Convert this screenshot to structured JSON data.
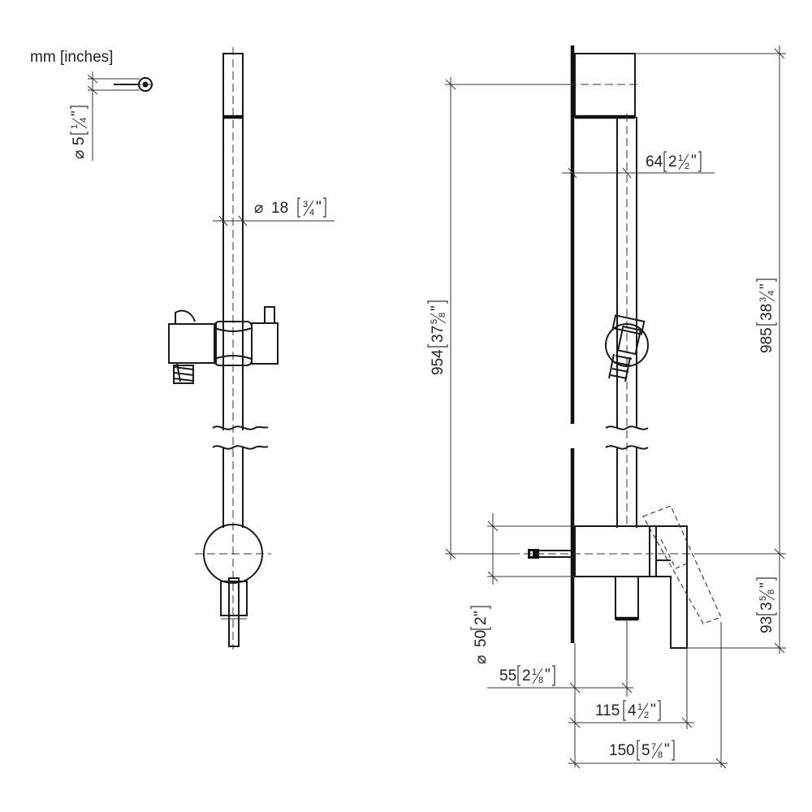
{
  "units_label": "mm [inches]",
  "dimensions": {
    "pin_diameter": {
      "symbol": "⌀",
      "value": "5",
      "inch_num": "1",
      "inch_den": "4",
      "quote": "\""
    },
    "rail_diameter": {
      "symbol": "⌀",
      "value": "18",
      "inch_num": "3",
      "inch_den": "4",
      "quote": "\""
    },
    "wall_offset": {
      "value": "64",
      "inch_whole": "2",
      "inch_num": "1",
      "inch_den": "2",
      "quote": "\""
    },
    "rail_height": {
      "value": "954",
      "inch_whole": "37",
      "inch_num": "5",
      "inch_den": "8",
      "quote": "\""
    },
    "total_height": {
      "value": "985",
      "inch_whole": "38",
      "inch_num": "3",
      "inch_den": "4",
      "quote": "\""
    },
    "valve_diameter": {
      "symbol": "⌀",
      "value": "50",
      "inch": "2",
      "quote": "\""
    },
    "lever_height": {
      "value": "93",
      "inch_whole": "3",
      "inch_num": "5",
      "inch_den": "8",
      "quote": "\""
    },
    "depth_55": {
      "value": "55",
      "inch_whole": "2",
      "inch_num": "1",
      "inch_den": "8",
      "quote": "\""
    },
    "depth_115": {
      "value": "115",
      "inch_whole": "4",
      "inch_num": "1",
      "inch_den": "2",
      "quote": "\""
    },
    "depth_150": {
      "value": "150",
      "inch_whole": "5",
      "inch_num": "7",
      "inch_den": "8",
      "quote": "\""
    }
  }
}
